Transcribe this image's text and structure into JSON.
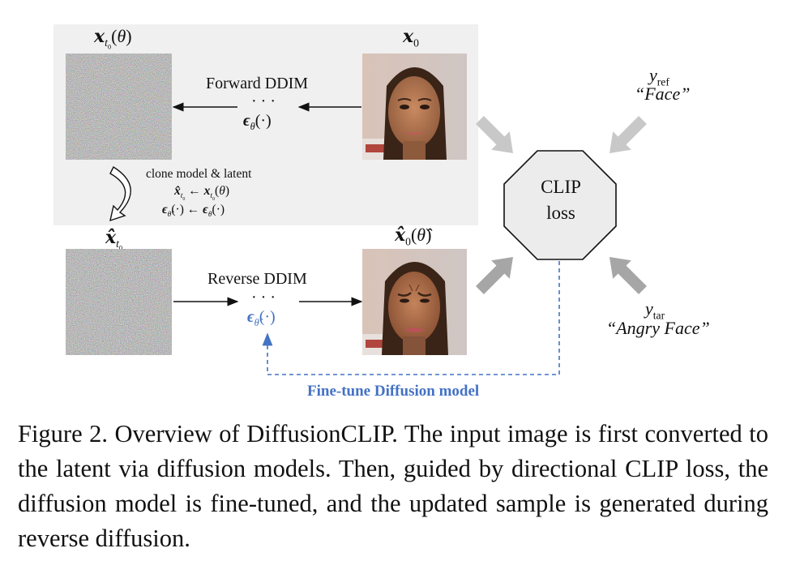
{
  "labels": {
    "x_t0_theta": "𝒙t₀(θ)",
    "x0": "𝒙₀",
    "forward_ddim": "Forward DDIM",
    "dots_top": "· · ·",
    "eps_theta": "ϵθ(·)",
    "clone": "clone model & latent",
    "clone_eq1": "𝒙̂t₀ ← 𝒙t₀(θ)",
    "clone_eq2": "ϵθ̂(·) ← ϵθ(·)",
    "xhat_t0": "𝒙̂t₀",
    "x0hat": "𝒙̂₀(θ̂)",
    "reverse_ddim": "Reverse DDIM",
    "dots_bottom": "· · ·",
    "eps_theta_hat": "ϵθ̂(·)",
    "clip_line1": "CLIP",
    "clip_line2": "loss",
    "y_ref": "yref",
    "face": "“Face”",
    "y_tar": "ytar",
    "angry_face": "“Angry Face”",
    "finetune": "Fine-tune Diffusion model"
  },
  "caption": "Figure 2.  Overview of DiffusionCLIP. The input image is first converted to the latent via diffusion models.  Then, guided by directional CLIP loss, the diffusion model is fine-tuned, and the updated sample is generated during reverse diffusion.",
  "colors": {
    "blue": "#4472c4",
    "gray_arrow": "#c8c8c8",
    "dark_gray_arrow": "#a6a6a6",
    "panel": "#f0f0f0"
  }
}
